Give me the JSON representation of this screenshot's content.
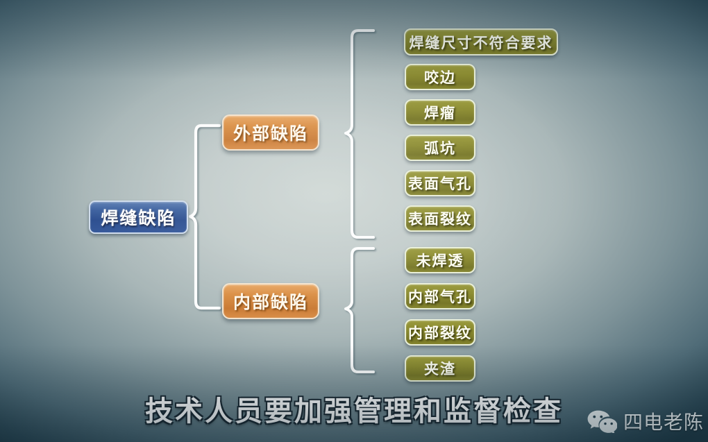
{
  "diagram": {
    "type": "tree",
    "root": {
      "label": "焊缝缺陷",
      "color": "#2d4f90"
    },
    "branches": [
      {
        "label": "外部缺陷",
        "color": "#c97a34",
        "leaves": [
          "焊缝尺寸不符合要求",
          "咬边",
          "焊瘤",
          "弧坑",
          "表面气孔",
          "表面裂纹"
        ]
      },
      {
        "label": "内部缺陷",
        "color": "#c97a34",
        "leaves": [
          "未焊透",
          "内部气孔",
          "内部裂纹",
          "夹渣"
        ]
      }
    ],
    "leaf_color": "#8b8b30",
    "connector_color": "#f2f5f4"
  },
  "subtitle": {
    "text": "技术人员要加强管理和监督检查"
  },
  "watermark": {
    "icon": "wechat-icon",
    "label": "四电老陈"
  }
}
